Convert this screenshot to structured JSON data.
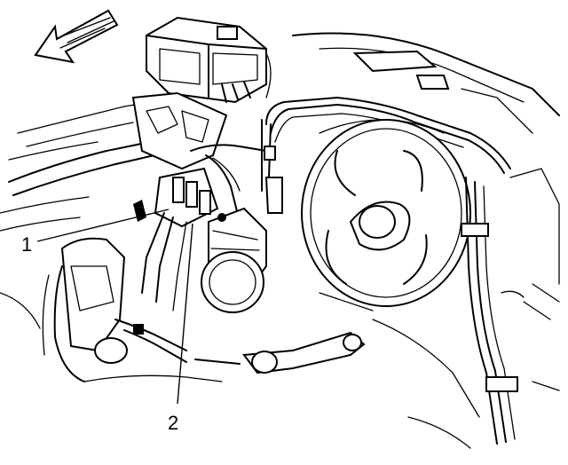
{
  "callouts": [
    {
      "id": "1",
      "label": "1"
    },
    {
      "id": "2",
      "label": "2"
    }
  ],
  "icons": {
    "direction_arrow": "front-of-vehicle-arrow-icon"
  }
}
